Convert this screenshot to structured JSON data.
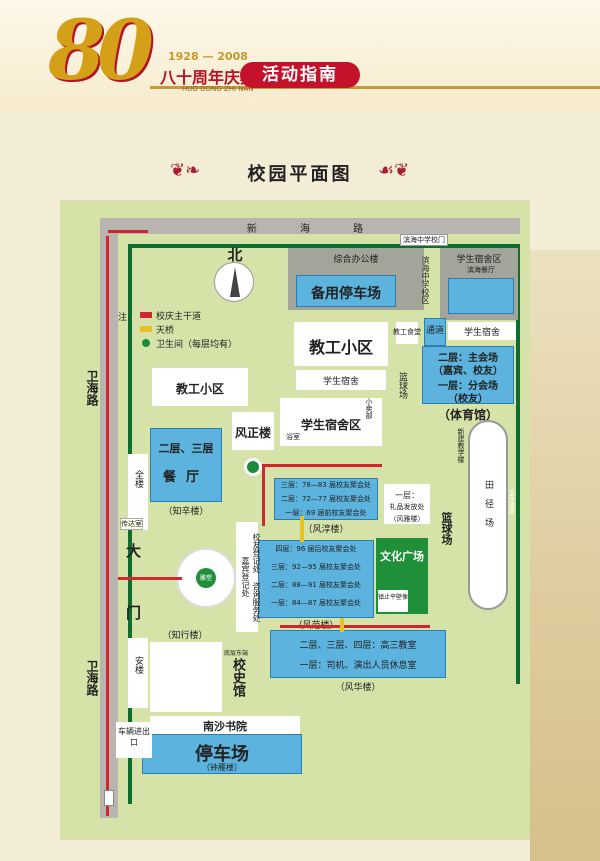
{
  "header": {
    "logo_number": "80",
    "years": "1928 — 2008",
    "anniversary": "八十周年庆典",
    "pinyin": "HUO DONG ZHI NAN",
    "guide_label": "活动指南"
  },
  "page_title": "校园平面图",
  "roads": {
    "top_road": "新  海  路",
    "left_road_1": "卫海路",
    "left_road_2": "卫海路"
  },
  "north": "北",
  "legend": {
    "prefix": "注:",
    "main_road": "校庆主干道",
    "overpass": "天桥",
    "restroom": "卫生间（每层均有）"
  },
  "buildings": {
    "office": "综合办公楼",
    "parking_backup": "备用停车场",
    "middle_school": "滨海中学校区",
    "middle_gate": "滨海中学校门",
    "dorm_top_right": "学生宿舍区",
    "binhai_canteen": "滨海餐厅",
    "staff_area_1": "教工小区",
    "staff_area_2": "教工小区",
    "staff_canteen": "教工食堂",
    "passage": "通道",
    "student_dorm_right": "学生宿舍",
    "basketball_1": "篮球场",
    "student_dorm": "学生宿舍",
    "student_dorm_area": "学生宿舍区",
    "kitchen": "小卖部",
    "shower": "浴室",
    "fengzheng": "风正楼",
    "canteen_floors": "二层、三层",
    "canteen": "餐厅",
    "zhixin": "（知辛楼）",
    "gym_main_l2": "二层：主会场",
    "gym_main_l2_sub": "（嘉宾、校友）",
    "gym_sub_l1": "一层：分会场",
    "gym_sub_l1_sub": "（校友）",
    "gym": "（体育馆）",
    "new_building": "新建教学楼",
    "track": "田 径 场",
    "fengchun_1": "三层：78—83 届校友聚会处",
    "fengchun_2": "二层：72—77 届校友聚会处",
    "fengchun_3": "一层：69 届前校友聚会处",
    "fengchun": "（风淳楼）",
    "gift_1": "一层：",
    "gift_2": "礼品发放处",
    "gift_building": "（风雅楼）",
    "basketball_2": "篮球场",
    "fengfan_1": "四层：96 届后校友聚会处",
    "fengfan_2": "三层：92—95 届校友聚会处",
    "fengfan_3": "二层：88—91 届校友聚会处",
    "fengfan_4": "一层：84—87 届校友聚会处",
    "fengfan": "（风范楼）",
    "culture_square": "文化广场",
    "wall": "镇止平壁像",
    "reg_info": "校友登记处 咨询服务处 嘉宾登记处",
    "fenghua_1": "二层、三层、四层：高三教室",
    "fenghua_2": "一层：司机、演出人员休息室",
    "fenghua": "（风华楼）",
    "quan_lou": "全楼",
    "an_lou": "安楼",
    "zhixing": "（知行楼）",
    "history_top": "底层东端",
    "history": "校史馆",
    "nansha": "南沙书院",
    "parking": "停车场",
    "lower_building": "（钟雁楼）",
    "vehicle_gate": "车辆进出口",
    "gate_big": "大",
    "gate_door": "门",
    "gate_guard": "传达室",
    "center_circle": "雕塑",
    "right_label": "室外通道"
  }
}
